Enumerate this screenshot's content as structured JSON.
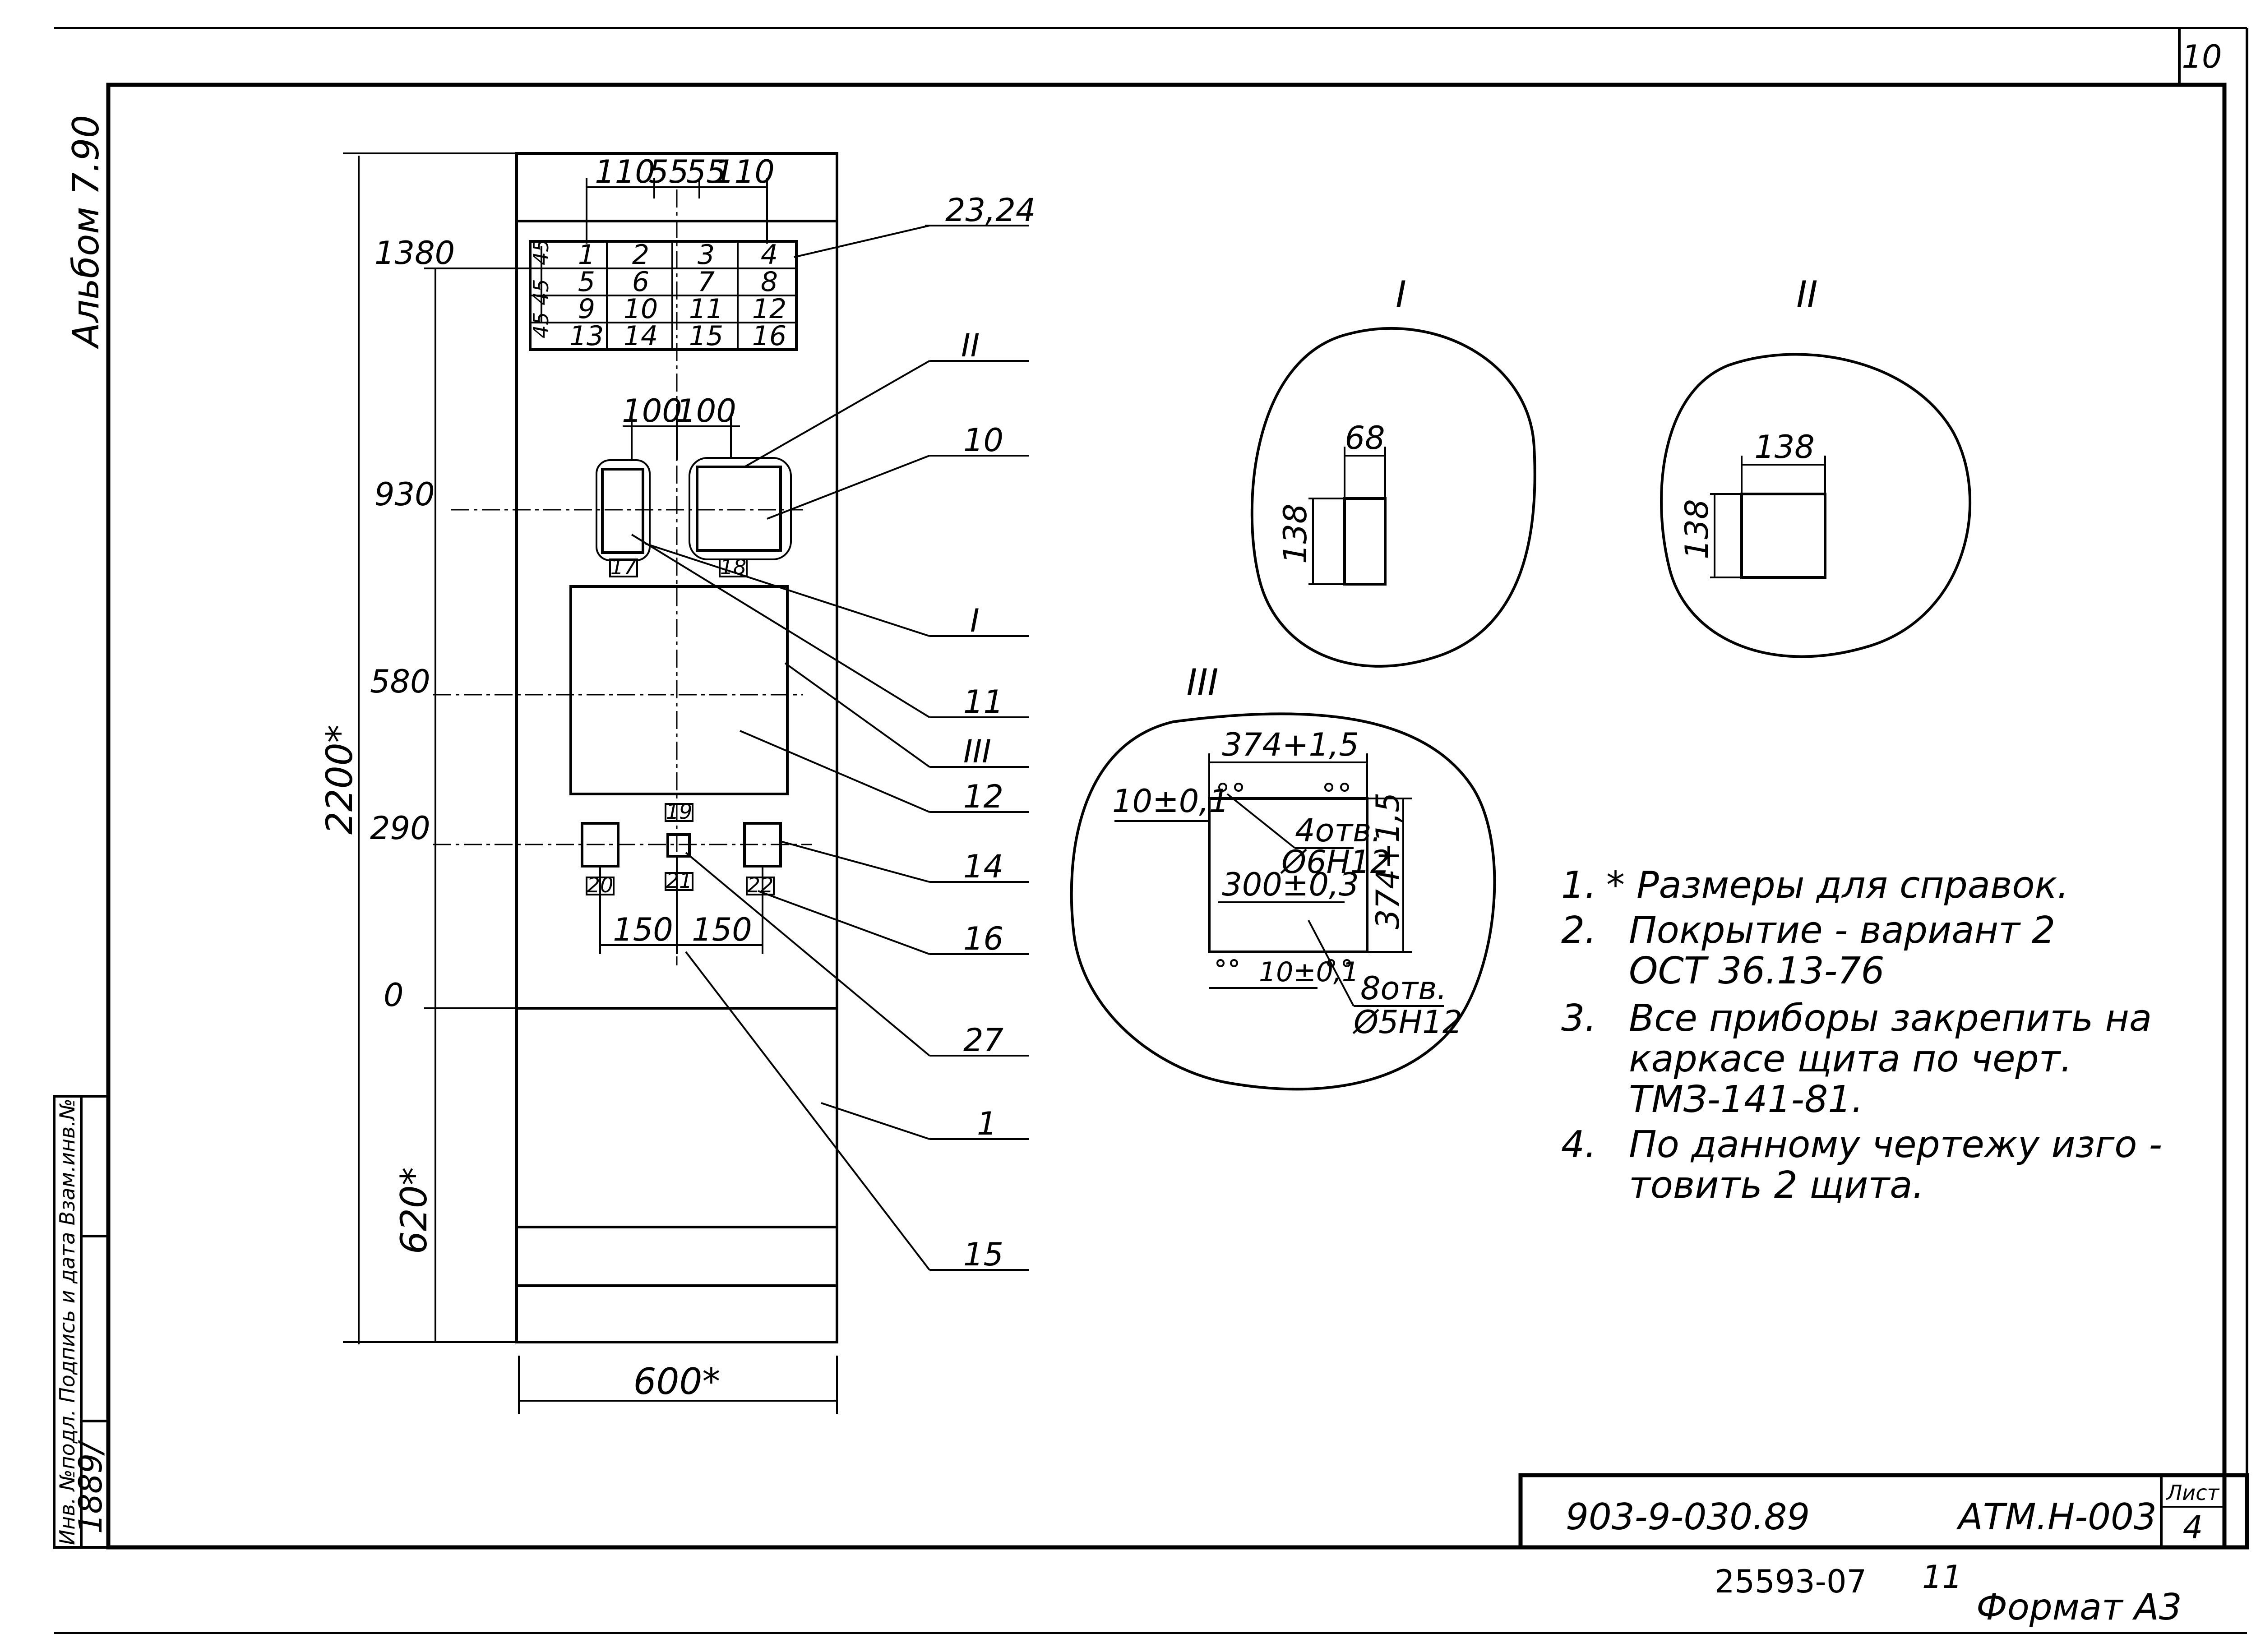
{
  "sheet": {
    "corner_number": "10",
    "album_label": "Альбом 7.90",
    "side_stamp_label": "Инв. №подл. Подпись и дата Взам.инв.№",
    "side_stamp_value": "1889/"
  },
  "panel": {
    "elevations": [
      "1380",
      "930",
      "580",
      "290",
      "0"
    ],
    "total_height": "2200*",
    "base_height": "620*",
    "width": "600*",
    "top_dims": [
      "110",
      "55",
      "55",
      "110"
    ],
    "mid_dims": [
      "100",
      "100"
    ],
    "bottom_dims": [
      "150",
      "150"
    ],
    "grid_cells": [
      "1",
      "2",
      "3",
      "4",
      "5",
      "6",
      "7",
      "8",
      "9",
      "10",
      "11",
      "12",
      "13",
      "14",
      "15",
      "16"
    ],
    "grid_pitch_label": "45 45",
    "grid_pitch_top": "45",
    "device_tags": [
      "17",
      "18",
      "19",
      "20",
      "21",
      "22"
    ]
  },
  "callouts": [
    "23,24",
    "II",
    "10",
    "I",
    "11",
    "III",
    "12",
    "14",
    "16",
    "27",
    "1",
    "15"
  ],
  "details": {
    "I": {
      "title": "I",
      "width": "68",
      "height": "138"
    },
    "II": {
      "title": "II",
      "width": "138",
      "height": "138"
    },
    "III": {
      "title": "III",
      "top_dim": "374+1,5",
      "side_dim": "374+1,5",
      "left_offset": "10±0,1",
      "holes_big": "4отв.",
      "holes_big_dia": "Ø6Н12",
      "inner_dim": "300±0,3",
      "bottom_offset": "10±0,1",
      "holes_small": "8отв.",
      "holes_small_dia": "Ø5Н12"
    }
  },
  "notes": [
    {
      "num": "1.",
      "text": "* Размеры для справок."
    },
    {
      "num": "2.",
      "text": "Покрытие - вариант 2"
    },
    {
      "num": "",
      "text": "ОСТ 36.13-76"
    },
    {
      "num": "3.",
      "text": "Все приборы закрепить на"
    },
    {
      "num": "",
      "text": "каркасе щита по черт."
    },
    {
      "num": "",
      "text": "ТМЗ-141-81."
    },
    {
      "num": "4.",
      "text": "По данному чертежу изго -"
    },
    {
      "num": "",
      "text": "товить 2 щита."
    }
  ],
  "title_block": {
    "doc_number": "903-9-030.89",
    "doc_code": "АТМ.Н-003",
    "sheet_label": "Лист",
    "sheet_number": "4"
  },
  "footer": {
    "archive_number": "25593-07",
    "archive_suffix": "11",
    "format": "Формат А3"
  }
}
